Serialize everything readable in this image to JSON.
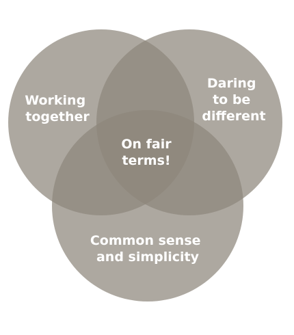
{
  "diagram": {
    "type": "venn-3",
    "circle_color": "#8e877b",
    "text_color": "#ffffff",
    "sets": [
      {
        "id": "left",
        "label_lines": [
          "Working",
          "together"
        ]
      },
      {
        "id": "right",
        "label_lines": [
          "Daring",
          "to be",
          "different"
        ]
      },
      {
        "id": "bottom",
        "label_lines": [
          "Common sense",
          "and simplicity"
        ]
      }
    ],
    "center": {
      "label_lines": [
        "On fair",
        "terms!"
      ]
    }
  }
}
